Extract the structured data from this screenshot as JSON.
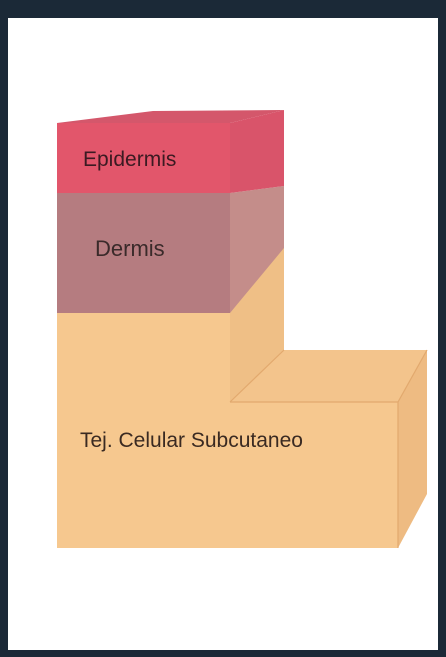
{
  "diagram": {
    "layers": [
      {
        "id": "epidermis",
        "label": "Epidermis",
        "color": "#e0556b"
      },
      {
        "id": "dermis",
        "label": "Dermis",
        "color": "#b47a80"
      },
      {
        "id": "subcutaneous",
        "label": "Tej. Celular Subcutaneo",
        "color": "#f5c791"
      }
    ],
    "colors": {
      "frame": "#1b2937",
      "background": "#ffffff",
      "edge": "#e6b078"
    }
  }
}
